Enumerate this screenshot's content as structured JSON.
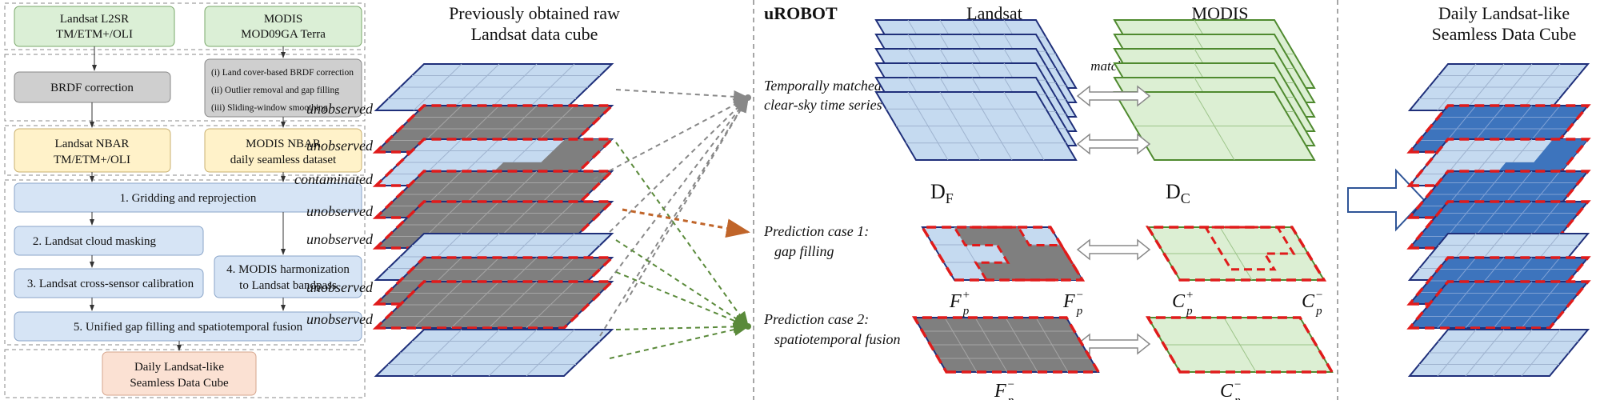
{
  "flowchart": {
    "landsat_l2sr": [
      "Landsat L2SR",
      "TM/ETM+/OLI"
    ],
    "modis_src": [
      "MODIS",
      "MOD09GA Terra"
    ],
    "brdf": "BRDF correction",
    "modis_steps": [
      "(i) Land cover-based BRDF correction",
      "(ii) Outlier removal and gap filling",
      "(iii) Sliding-window smoothing"
    ],
    "landsat_nbar": [
      "Landsat NBAR",
      "TM/ETM+/OLI"
    ],
    "modis_nbar": [
      "MODIS NBAR",
      "daily seamless dataset"
    ],
    "step1": "1. Gridding and reprojection",
    "step2": "2. Landsat cloud masking",
    "step3": "3. Landsat cross-sensor calibration",
    "step4": [
      "4. MODIS harmonization",
      "to Landsat bandpass"
    ],
    "step5": "5. Unified gap filling and spatiotemporal fusion",
    "output": [
      "Daily Landsat-like",
      "Seamless Data Cube"
    ]
  },
  "raw_cube": {
    "title": [
      "Previously obtained raw",
      "Landsat data cube"
    ],
    "labels": [
      "unobserved",
      "unobserved",
      "contaminated",
      "unobserved",
      "unobserved",
      "unobserved",
      "unobserved"
    ]
  },
  "urobot": {
    "title": "uROBOT",
    "landsat_header": "Landsat",
    "modis_header": "MODIS",
    "matched": "matched",
    "temporal": [
      "Temporally matched",
      "clear-sky time series"
    ],
    "df_main": "D",
    "df_sub": "F",
    "dc_main": "D",
    "dc_sub": "C",
    "case1": [
      "Prediction case 1:",
      "gap filling"
    ],
    "case2": [
      "Prediction case 2:",
      "spatiotemporal fusion"
    ],
    "fp_plus": {
      "main": "F",
      "sub": "p",
      "sup": "+"
    },
    "fp_minus": {
      "main": "F",
      "sub": "p",
      "sup": "−"
    },
    "cp_plus": {
      "main": "C",
      "sub": "p",
      "sup": "+"
    },
    "cp_minus": {
      "main": "C",
      "sub": "p",
      "sup": "−"
    },
    "fp_minus2": {
      "main": "F",
      "sub": "p",
      "sup": "−"
    },
    "cp_minus2": {
      "main": "C",
      "sub": "p",
      "sup": "−"
    }
  },
  "final": {
    "title": [
      "Daily Landsat-like",
      "Seamless Data Cube"
    ]
  },
  "colors": {
    "green_box": "#dbefd6",
    "gray_box": "#cfcfcf",
    "yellow_box": "#fff2c9",
    "blue_box": "#d6e4f5",
    "peach_box": "#fbe1d3",
    "layer_light": "#c5daf0",
    "layer_gray": "#7f7f7f",
    "layer_dark": "#3d74bd",
    "layer_green": "#dcefd3",
    "edge_blue": "#1f2f7a",
    "edge_green": "#4f8a2f",
    "red_dash": "#e01b1b"
  }
}
